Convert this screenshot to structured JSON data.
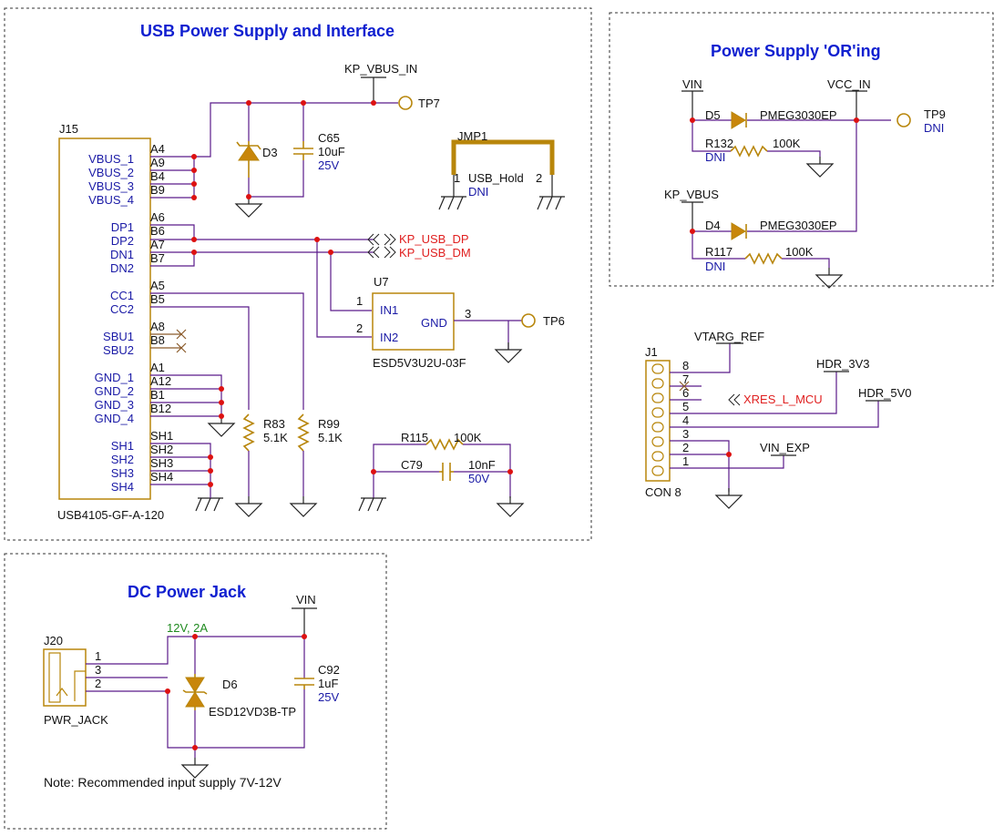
{
  "sections": {
    "usb": "USB Power Supply and Interface",
    "oring": "Power Supply 'OR'ing",
    "dcjack": "DC Power Jack"
  },
  "j15": {
    "ref": "J15",
    "part": "USB4105-GF-A-120",
    "signals": [
      "VBUS_1",
      "VBUS_2",
      "VBUS_3",
      "VBUS_4",
      "DP1",
      "DP2",
      "DN1",
      "DN2",
      "CC1",
      "CC2",
      "SBU1",
      "SBU2",
      "GND_1",
      "GND_2",
      "GND_3",
      "GND_4",
      "SH1",
      "SH2",
      "SH3",
      "SH4"
    ],
    "pins": [
      "A4",
      "A9",
      "B4",
      "B9",
      "A6",
      "B6",
      "A7",
      "B7",
      "A5",
      "B5",
      "A8",
      "B8",
      "A1",
      "A12",
      "B1",
      "B12",
      "SH1",
      "SH2",
      "SH3",
      "SH4"
    ]
  },
  "usb_parts": {
    "net_vbus": "KP_VBUS_IN",
    "tp7": "TP7",
    "d3": "D3",
    "c65": {
      "ref": "C65",
      "value": "10uF",
      "voltage": "25V"
    },
    "jmp1": {
      "ref": "JMP1",
      "name": "USB_Hold",
      "dni": "DNI",
      "pin1": "1",
      "pin2": "2"
    },
    "net_dp": "KP_USB_DP",
    "net_dm": "KP_USB_DM",
    "u7": {
      "ref": "U7",
      "part": "ESD5V3U2U-03F",
      "in1": "IN1",
      "in2": "IN2",
      "gnd": "GND",
      "pin1": "1",
      "pin2": "2",
      "pin3": "3"
    },
    "tp6": "TP6",
    "r83": {
      "ref": "R83",
      "value": "5.1K"
    },
    "r99": {
      "ref": "R99",
      "value": "5.1K"
    },
    "r115": {
      "ref": "R115",
      "value": "100K"
    },
    "c79": {
      "ref": "C79",
      "value": "10nF",
      "voltage": "50V"
    }
  },
  "oring_parts": {
    "vin": "VIN",
    "vcc_in": "VCC_IN",
    "tp9": "TP9",
    "tp9_dni": "DNI",
    "d5": {
      "ref": "D5",
      "part": "PMEG3030EP"
    },
    "r132": {
      "ref": "R132",
      "value": "100K",
      "dni": "DNI"
    },
    "kp_vbus": "KP_VBUS",
    "d4": {
      "ref": "D4",
      "part": "PMEG3030EP"
    },
    "r117": {
      "ref": "R117",
      "value": "100K",
      "dni": "DNI"
    }
  },
  "j1": {
    "ref": "J1",
    "part": "CON 8",
    "pins": [
      "8",
      "7",
      "6",
      "5",
      "4",
      "3",
      "2",
      "1"
    ],
    "net_vtarg": "VTARG_REF",
    "net_hdr3v3": "HDR_3V3",
    "net_xres": "XRES_L_MCU",
    "net_hdr5v0": "HDR_5V0",
    "net_vinexp": "VIN_EXP"
  },
  "dc_parts": {
    "j20": "J20",
    "jack": "PWR_JACK",
    "pin1": "1",
    "pin3": "3",
    "pin2": "2",
    "rating": "12V, 2A",
    "vin": "VIN",
    "d6": {
      "ref": "D6",
      "part": "ESD12VD3B-TP"
    },
    "c92": {
      "ref": "C92",
      "value": "1uF",
      "voltage": "25V"
    }
  },
  "note": "Note: Recommended input supply 7V-12V",
  "colors": {
    "wire": "#5a1a8a",
    "part": "#b8860b",
    "junction": "#dd1111",
    "net_label": "#1a1aa6",
    "hier_label": "#e02020",
    "title": "#1020d0"
  }
}
